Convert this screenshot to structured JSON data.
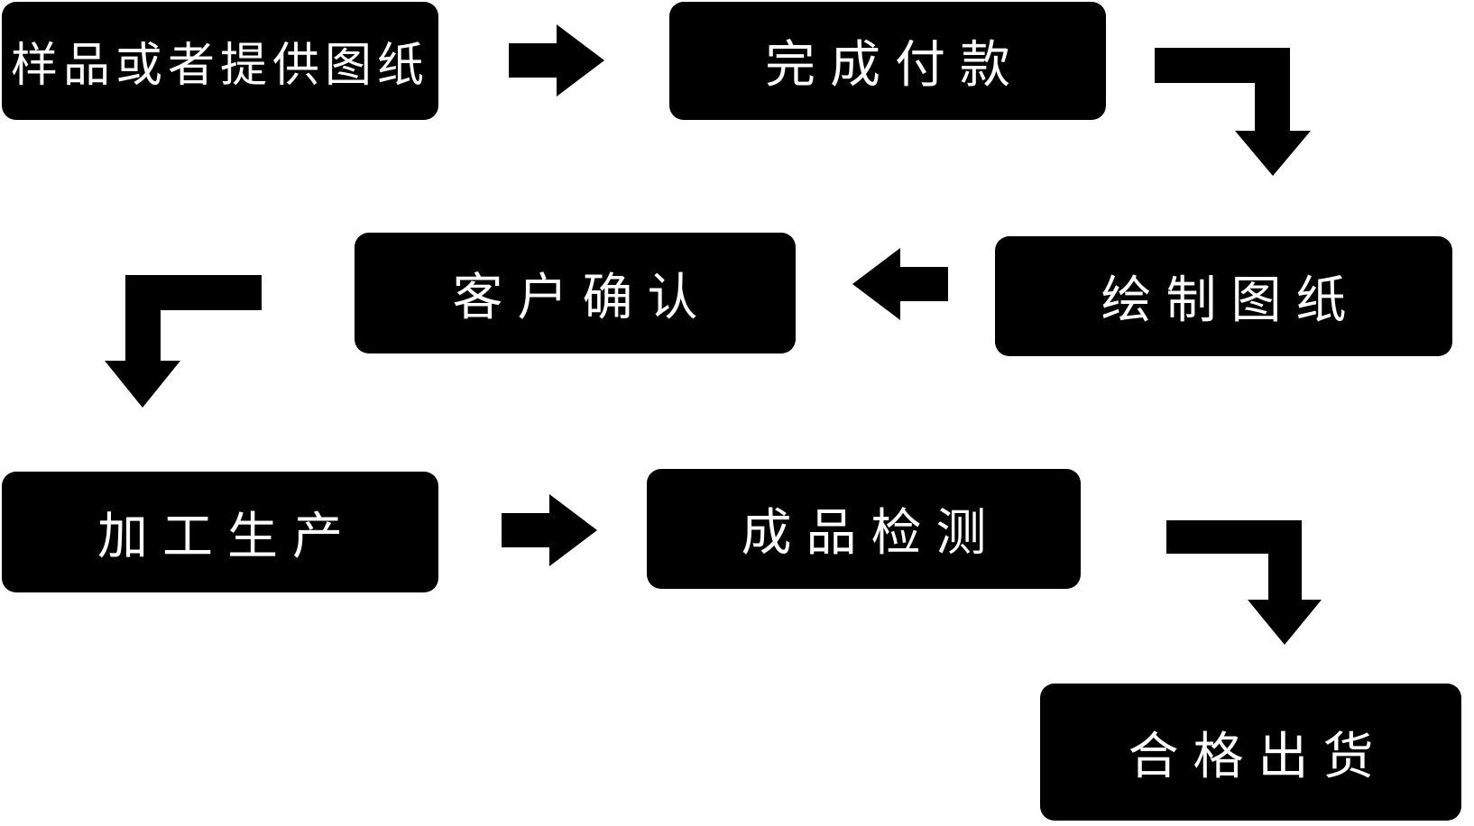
{
  "flowchart": {
    "background_color": "#ffffff",
    "node_fill_color": "#000000",
    "node_text_color": "#ffffff",
    "arrow_color": "#000000",
    "nodes": [
      {
        "id": "sample",
        "label": "样品或者提供图纸"
      },
      {
        "id": "payment",
        "label": "完成付款"
      },
      {
        "id": "draw",
        "label": "绘制图纸"
      },
      {
        "id": "confirm",
        "label": "客户确认"
      },
      {
        "id": "production",
        "label": "加工生产"
      },
      {
        "id": "inspection",
        "label": "成品检测"
      },
      {
        "id": "shipment",
        "label": "合格出货"
      }
    ],
    "edges": [
      {
        "from": "sample",
        "to": "payment",
        "shape": "right-arrow"
      },
      {
        "from": "payment",
        "to": "draw",
        "shape": "elbow-right-then-down"
      },
      {
        "from": "draw",
        "to": "confirm",
        "shape": "left-arrow"
      },
      {
        "from": "confirm",
        "to": "production",
        "shape": "elbow-left-then-down"
      },
      {
        "from": "production",
        "to": "inspection",
        "shape": "right-arrow"
      },
      {
        "from": "inspection",
        "to": "shipment",
        "shape": "elbow-right-then-down"
      }
    ]
  }
}
